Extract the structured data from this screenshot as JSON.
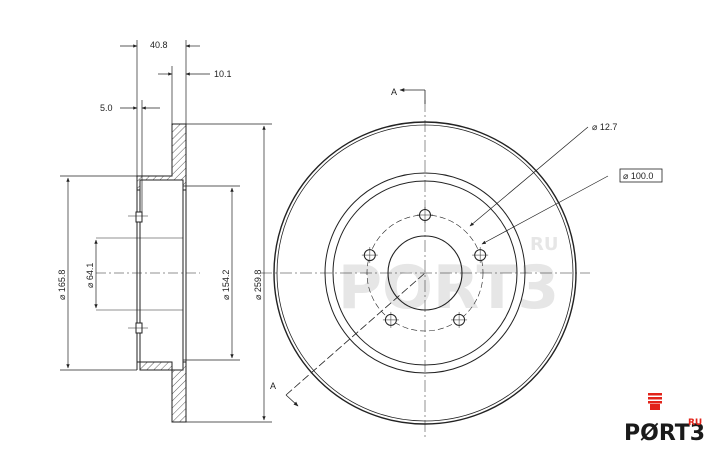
{
  "side_view": {
    "dim_overall_width": "40.8",
    "dim_flange": "10.1",
    "dim_thickness": "5.0",
    "dim_hat_diameter": "⌀ 165.8",
    "dim_center_bore": "⌀ 64.1",
    "dim_inner_diameter": "⌀ 154.2",
    "dim_outer_diameter": "⌀ 259.8"
  },
  "front_view": {
    "section_label_top": "A",
    "section_label_bottom": "A",
    "dim_bolt_hole": "⌀ 12.7",
    "dim_pcd": "⌀ 100.0",
    "bolt_holes": 5,
    "watermark_text": "PORT3",
    "watermark_suffix": "RU"
  },
  "logo": {
    "word": "PØRT3",
    "suffix": "RU",
    "accent_color": "#e2231a"
  }
}
